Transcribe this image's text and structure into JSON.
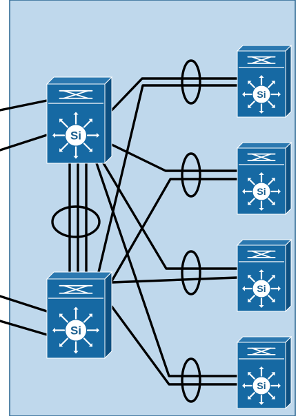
{
  "diagram": {
    "colors": {
      "panel_fill": "#bfd8ec",
      "panel_border": "#27638f",
      "switch_top": "#2b78b0",
      "switch_front": "#1669a3",
      "switch_side": "#0d4f80",
      "link": "#000000",
      "icon": "#ffffff"
    },
    "switches": [
      {
        "id": "dist-1",
        "role": "distribution",
        "label": "Si"
      },
      {
        "id": "dist-2",
        "role": "distribution",
        "label": "Si"
      },
      {
        "id": "access-1",
        "role": "access",
        "label": "Si"
      },
      {
        "id": "access-2",
        "role": "access",
        "label": "Si"
      },
      {
        "id": "access-3",
        "role": "access",
        "label": "Si"
      },
      {
        "id": "access-4",
        "role": "access",
        "label": "Si"
      }
    ],
    "links": [
      {
        "from": "dist-1",
        "to": "access-1",
        "bundled": true
      },
      {
        "from": "dist-2",
        "to": "access-1",
        "bundled": true
      },
      {
        "from": "dist-1",
        "to": "access-2",
        "bundled": true
      },
      {
        "from": "dist-2",
        "to": "access-2",
        "bundled": true
      },
      {
        "from": "dist-1",
        "to": "access-3",
        "bundled": true
      },
      {
        "from": "dist-2",
        "to": "access-3",
        "bundled": true
      },
      {
        "from": "dist-1",
        "to": "access-4",
        "bundled": true
      },
      {
        "from": "dist-2",
        "to": "access-4",
        "bundled": true
      },
      {
        "from": "dist-1",
        "to": "dist-2",
        "bundled": true
      }
    ],
    "bundle_markers": [
      {
        "id": "bundle-access-1"
      },
      {
        "id": "bundle-access-2"
      },
      {
        "id": "bundle-access-3"
      },
      {
        "id": "bundle-access-4"
      },
      {
        "id": "bundle-dist-interlink"
      }
    ],
    "uplinks": [
      {
        "from": "dist-1",
        "direction": "left"
      },
      {
        "from": "dist-2",
        "direction": "left"
      }
    ]
  }
}
